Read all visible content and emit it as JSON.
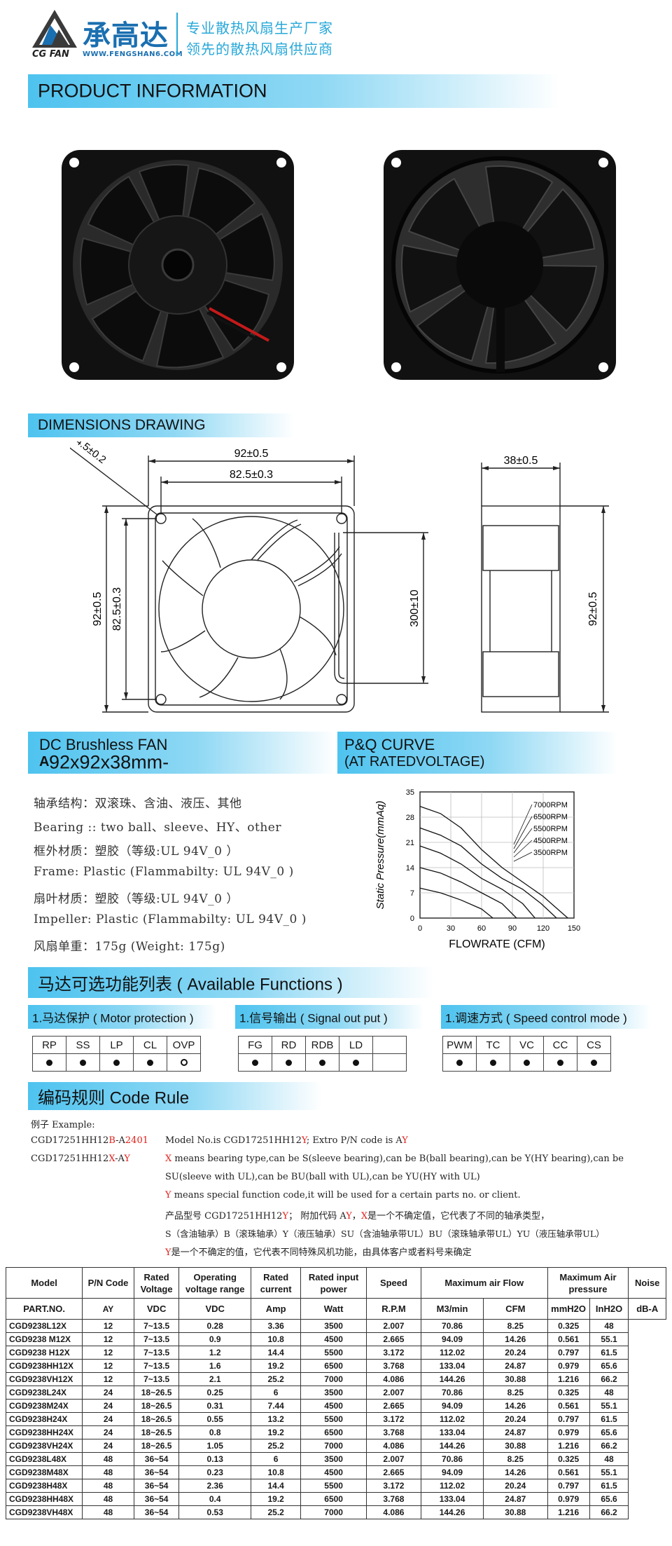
{
  "header": {
    "logo_en": "CG FAN",
    "logo_cn": "承高达",
    "url": "WWW.FENGSHAN6.COM",
    "slogan_line1": "专业散热风扇生产厂家",
    "slogan_line2": "领先的散热风扇供应商"
  },
  "sections": {
    "product_info": "PRODUCT INFORMATION",
    "dimensions": "DIMENSIONS DRAWING",
    "model_title": "DC Brushless FAN",
    "model_size": "92x92x38mm-",
    "model_suffix": "A",
    "pq_title": "P&Q CURVE",
    "pq_sub": "(AT RATEDVOLTAGE)",
    "functions": "马达可选功能列表 ( Available Functions )",
    "code_rule": "编码规则 Code Rule"
  },
  "dimensions": {
    "width_outer": "92±0.5",
    "width_inner": "82.5±0.3",
    "hole": "Ø4.5±0.2",
    "height_outer": "92±0.5",
    "height_inner": "82.5±0.3",
    "lead": "300±10",
    "depth": "38±0.5",
    "side_height": "92±0.5"
  },
  "specs": [
    "轴承结构：双滚珠、含油、液压、其他",
    "Bearing :: two  ball、sleeve、HY、other",
    "框外材质：塑胶（等级:UL 94V_0 ）",
    "Frame: Plastic (Flammabilty: UL 94V_0 )",
    "扇叶材质：塑胶（等级:UL 94V_0 ）",
    "Impeller: Plastic  (Flammabilty: UL 94V_0 )",
    "风扇单重：175g  (Weight: 175g)"
  ],
  "chart_data": {
    "type": "line",
    "title": "",
    "xlabel": "FLOWRATE (CFM)",
    "ylabel": "Static Pressure(mmAq)",
    "xlim": [
      0,
      150
    ],
    "ylim": [
      0,
      35
    ],
    "x_ticks": [
      "0",
      "30",
      "60",
      "90",
      "120",
      "150"
    ],
    "y_ticks": [
      "0",
      "7",
      "14",
      "21",
      "28",
      "35"
    ],
    "legend": [
      "7000RPM",
      "6500RPM",
      "5500RPM",
      "4500RPM",
      "3500RPM"
    ],
    "series": [
      {
        "name": "7000RPM",
        "x": [
          0,
          20,
          40,
          60,
          80,
          100,
          120,
          144
        ],
        "y": [
          31,
          29,
          25,
          19,
          14,
          10,
          6,
          0
        ]
      },
      {
        "name": "6500RPM",
        "x": [
          0,
          20,
          40,
          60,
          80,
          100,
          118,
          133
        ],
        "y": [
          25,
          23,
          20,
          15,
          11,
          8,
          4,
          0
        ]
      },
      {
        "name": "5500RPM",
        "x": [
          0,
          20,
          40,
          60,
          80,
          100,
          112
        ],
        "y": [
          20,
          18,
          15,
          11,
          8,
          4,
          0
        ]
      },
      {
        "name": "4500RPM",
        "x": [
          0,
          20,
          40,
          60,
          80,
          94
        ],
        "y": [
          14,
          12.5,
          10,
          7,
          4,
          0
        ]
      },
      {
        "name": "3500RPM",
        "x": [
          0,
          20,
          40,
          60,
          71
        ],
        "y": [
          8.3,
          7,
          5,
          2.5,
          0
        ]
      }
    ]
  },
  "functions": {
    "motor_protection": {
      "label": "1.马达保护 ( Motor  protection )",
      "items": [
        "RP",
        "SS",
        "LP",
        "CL",
        "OVP"
      ],
      "marks": [
        "dot",
        "dot",
        "dot",
        "dot",
        "ring"
      ]
    },
    "signal_output": {
      "label": "1.信号输出 ( Signal  out  put )",
      "items": [
        "FG",
        "RD",
        "RDB",
        "LD",
        ""
      ],
      "marks": [
        "dot",
        "dot",
        "dot",
        "dot",
        ""
      ]
    },
    "speed_control": {
      "label": "1.调速方式 ( Speed  control mode )",
      "items": [
        "PWM",
        "TC",
        "VC",
        "CC",
        "CS"
      ],
      "marks": [
        "dot",
        "dot",
        "dot",
        "dot",
        "dot"
      ]
    }
  },
  "code_rule": {
    "example_label": "例子 Example:",
    "ex1_black": "CGD17251HH12",
    "ex1_red1": "B",
    "ex1_black2": "-A",
    "ex1_red2": "2401",
    "ex1_desc_a": "Model  No.is  CGD17251HH12",
    "ex1_desc_b": "Y",
    "ex1_desc_c": ";  Extro  P/N  code  is  A",
    "ex1_desc_d": "Y",
    "ex2_black": "CGD17251HH12",
    "ex2_red1": "X",
    "ex2_black2": "-A",
    "ex2_red2": "Y",
    "line1_a": "X",
    "line1_b": "  means bearing type,can be S(sleeve bearing),can be B(ball bearing),can be Y(HY bearing),can be",
    "line2": "SU(sleeve with UL),can be BU(ball with UL),can be YU(HY with UL)",
    "line3_a": "Y",
    "line3_b": "  means special function code,it will be used for a certain parts no. or client.",
    "line4_a": "产品型号  CGD17251HH12",
    "line4_b": "Y",
    "line4_c": "；  附加代码  A",
    "line4_d": "Y",
    "line4_e": "，",
    "line4_f": "X",
    "line4_g": "是一个不确定值，它代表了不同的轴承类型，",
    "line5": "S（含油轴承）B（滚珠轴承）Y（液压轴承）SU（含油轴承带UL）BU（滚珠轴承带UL）YU（液压轴承带UL）",
    "line6_a": "Y",
    "line6_b": "是一个不确定的值，它代表不同特殊风机功能，由具体客户或者料号来确定"
  },
  "table": {
    "headers": [
      "Model",
      "P/N Code",
      "Rated Voltage",
      "Operating voltage range",
      "Rated current",
      "Rated input power",
      "Speed",
      "Maximum air Flow",
      "Maximum Air pressure",
      "Noise"
    ],
    "units": [
      "PART.NO.",
      "",
      "VDC",
      "VDC",
      "Amp",
      "Watt",
      "R.P.M",
      "M3/min",
      "CFM",
      "mmH2O",
      "InH2O",
      "dB-A"
    ],
    "pn_code": "AY",
    "rows": [
      [
        "CGD9238L12X",
        "12",
        "7~13.5",
        "0.28",
        "3.36",
        "3500",
        "2.007",
        "70.86",
        "8.25",
        "0.325",
        "48"
      ],
      [
        "CGD9238 M12X",
        "12",
        "7~13.5",
        "0.9",
        "10.8",
        "4500",
        "2.665",
        "94.09",
        "14.26",
        "0.561",
        "55.1"
      ],
      [
        "CGD9238 H12X",
        "12",
        "7~13.5",
        "1.2",
        "14.4",
        "5500",
        "3.172",
        "112.02",
        "20.24",
        "0.797",
        "61.5"
      ],
      [
        "CGD9238HH12X",
        "12",
        "7~13.5",
        "1.6",
        "19.2",
        "6500",
        "3.768",
        "133.04",
        "24.87",
        "0.979",
        "65.6"
      ],
      [
        "CGD9238VH12X",
        "12",
        "7~13.5",
        "2.1",
        "25.2",
        "7000",
        "4.086",
        "144.26",
        "30.88",
        "1.216",
        "66.2"
      ],
      [
        "CGD9238L24X",
        "24",
        "18~26.5",
        "0.25",
        "6",
        "3500",
        "2.007",
        "70.86",
        "8.25",
        "0.325",
        "48"
      ],
      [
        "CGD9238M24X",
        "24",
        "18~26.5",
        "0.31",
        "7.44",
        "4500",
        "2.665",
        "94.09",
        "14.26",
        "0.561",
        "55.1"
      ],
      [
        "CGD9238H24X",
        "24",
        "18~26.5",
        "0.55",
        "13.2",
        "5500",
        "3.172",
        "112.02",
        "20.24",
        "0.797",
        "61.5"
      ],
      [
        "CGD9238HH24X",
        "24",
        "18~26.5",
        "0.8",
        "19.2",
        "6500",
        "3.768",
        "133.04",
        "24.87",
        "0.979",
        "65.6"
      ],
      [
        "CGD9238VH24X",
        "24",
        "18~26.5",
        "1.05",
        "25.2",
        "7000",
        "4.086",
        "144.26",
        "30.88",
        "1.216",
        "66.2"
      ],
      [
        "CGD9238L48X",
        "48",
        "36~54",
        "0.13",
        "6",
        "3500",
        "2.007",
        "70.86",
        "8.25",
        "0.325",
        "48"
      ],
      [
        "CGD9238M48X",
        "48",
        "36~54",
        "0.23",
        "10.8",
        "4500",
        "2.665",
        "94.09",
        "14.26",
        "0.561",
        "55.1"
      ],
      [
        "CGD9238H48X",
        "48",
        "36~54",
        "2.36",
        "14.4",
        "5500",
        "3.172",
        "112.02",
        "20.24",
        "0.797",
        "61.5"
      ],
      [
        "CGD9238HH48X",
        "48",
        "36~54",
        "0.4",
        "19.2",
        "6500",
        "3.768",
        "133.04",
        "24.87",
        "0.979",
        "65.6"
      ],
      [
        "CGD9238VH48X",
        "48",
        "36~54",
        "0.53",
        "25.2",
        "7000",
        "4.086",
        "144.26",
        "30.88",
        "1.216",
        "66.2"
      ]
    ]
  }
}
